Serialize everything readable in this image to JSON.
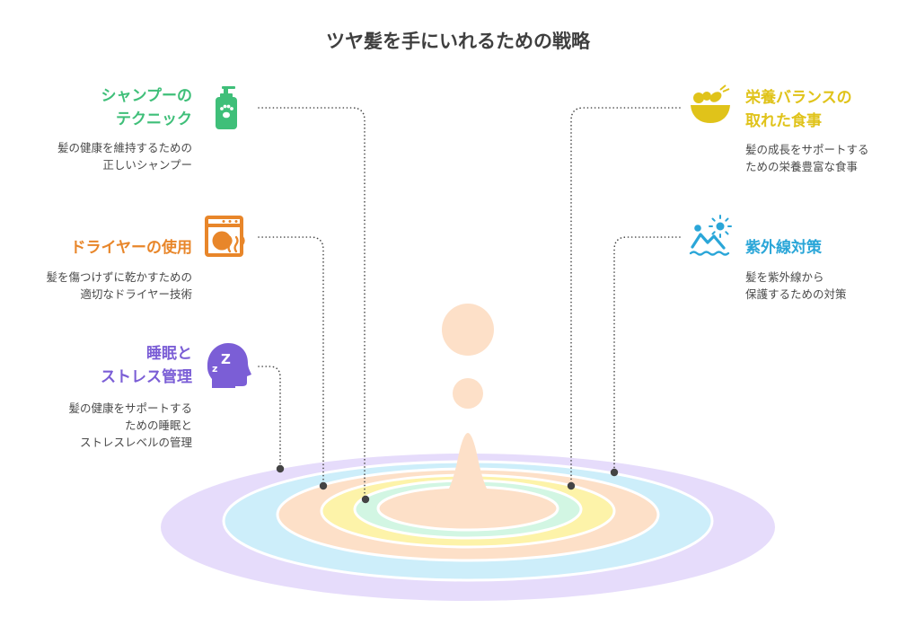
{
  "title": "ツヤ髪を手にいれるための戦略",
  "colors": {
    "shampoo": "#3fbf79",
    "dryer": "#e8862a",
    "sleep": "#7b5ed6",
    "nutrition": "#e0c31a",
    "uv": "#2aa6d8"
  },
  "items": [
    {
      "heading": [
        "シャンプーの",
        "テクニック"
      ],
      "description": [
        "髪の健康を維持するための",
        "正しいシャンプー"
      ],
      "icon": "shampoo-bottle-icon"
    },
    {
      "heading": [
        "ドライヤーの使用"
      ],
      "description": [
        "髪を傷つけずに乾かすための",
        "適切なドライヤー技術"
      ],
      "icon": "hair-dryer-heat-icon"
    },
    {
      "heading": [
        "睡眠と",
        "ストレス管理"
      ],
      "description": [
        "髪の健康をサポートする",
        "ための睡眠と",
        "ストレスレベルの管理"
      ],
      "icon": "sleep-head-icon"
    },
    {
      "heading": [
        "栄養バランスの",
        "取れた食事"
      ],
      "description": [
        "髪の成長をサポートする",
        "ための栄養豊富な食事"
      ],
      "icon": "food-bowl-icon"
    },
    {
      "heading": [
        "紫外線対策"
      ],
      "description": [
        "髪を紫外線から",
        "保護するための対策"
      ],
      "icon": "sun-uv-icon"
    }
  ]
}
